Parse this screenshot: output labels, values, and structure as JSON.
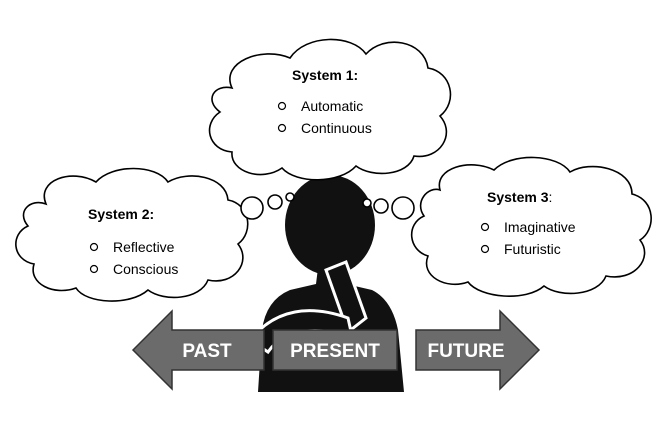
{
  "system1": {
    "title": "System 1:",
    "items": [
      "Automatic",
      "Continuous"
    ]
  },
  "system2": {
    "title": "System 2:",
    "items": [
      "Reflective",
      "Conscious"
    ]
  },
  "system3": {
    "title": "System 3",
    "title_suffix": ":",
    "items": [
      "Imaginative",
      "Futuristic"
    ]
  },
  "arrows": {
    "past": "PAST",
    "present": "PRESENT",
    "future": "FUTURE"
  },
  "colors": {
    "arrow_fill": "#6b6b6b",
    "figure": "#111111",
    "background": "#ffffff"
  }
}
